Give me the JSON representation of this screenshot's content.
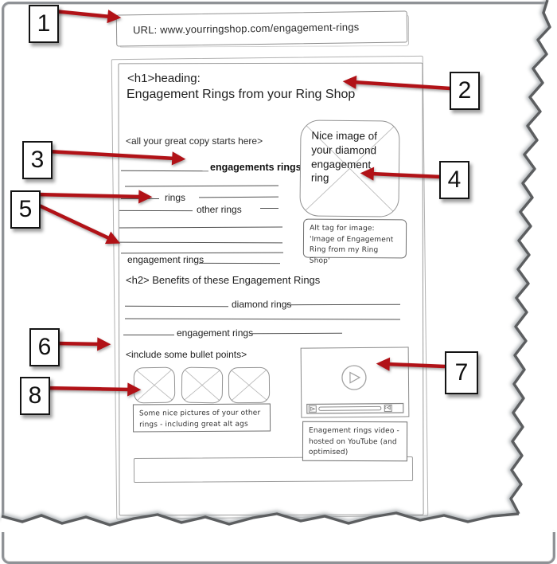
{
  "callouts": [
    "1",
    "2",
    "3",
    "4",
    "5",
    "6",
    "7",
    "8"
  ],
  "url_bar": {
    "label": "URL: www.yourringshop.com/engagement-rings"
  },
  "wireframe": {
    "h1_tag": "<h1>heading:",
    "h1_text": "Engagement Rings from your Ring Shop",
    "copy_hint": "<all your great copy starts here>",
    "keyword_bold": "engagements rings",
    "keyword_rings": "rings",
    "keyword_other_rings": "other rings",
    "keyword_engagement_rings": "engagement rings",
    "h2_text": "<h2> Benefits of these Engagement Rings",
    "keyword_diamond_rings": "diamond rings",
    "keyword_engagement_rings_2": "engagement rings",
    "bullets_hint": "<include some bullet points>",
    "image_placeholder_text": "Nice image of your diamond engagement ring",
    "alt_tag_note": "Alt tag for image: 'Image of Engagement Ring from my Ring Shop'",
    "pictures_note": "Some nice pictures of your other rings - including great alt ags",
    "video_note": "Enagement rings video - hosted on YouTube (and optimised)"
  },
  "colors": {
    "arrow_red": "#b11217",
    "frame_gray": "#8f9296",
    "torn_gray": "#5c5e60"
  }
}
